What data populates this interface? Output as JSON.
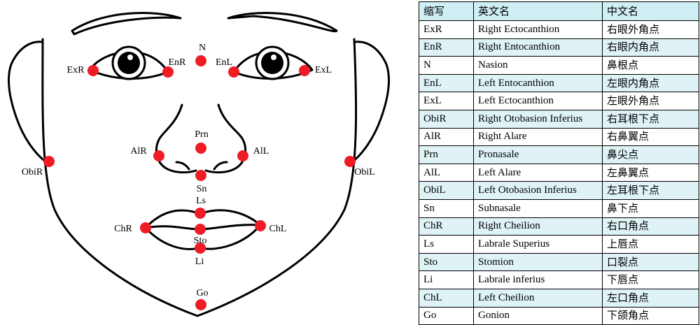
{
  "face": {
    "landmarks": [
      {
        "code": "N"
      },
      {
        "code": "ExR"
      },
      {
        "code": "EnR"
      },
      {
        "code": "EnL"
      },
      {
        "code": "ExL"
      },
      {
        "code": "Prn"
      },
      {
        "code": "AlR"
      },
      {
        "code": "AlL"
      },
      {
        "code": "ObiR"
      },
      {
        "code": "ObiL"
      },
      {
        "code": "Sn"
      },
      {
        "code": "Ls"
      },
      {
        "code": "ChR"
      },
      {
        "code": "ChL"
      },
      {
        "code": "Sto"
      },
      {
        "code": "Li"
      },
      {
        "code": "Go"
      }
    ],
    "point_color": "#ee1c24"
  },
  "table": {
    "headers": [
      "缩写",
      "英文名",
      "中文名"
    ],
    "rows": [
      [
        "ExR",
        "Right Ectocanthion",
        "右眼外角点"
      ],
      [
        "EnR",
        "Right Entocanthion",
        "右眼内角点"
      ],
      [
        "N",
        "Nasion",
        "鼻根点"
      ],
      [
        "EnL",
        "Left Entocanthion",
        "左眼内角点"
      ],
      [
        "ExL",
        "Left Ectocanthion",
        "左眼外角点"
      ],
      [
        "ObiR",
        "Right Otobasion Inferius",
        "右耳根下点"
      ],
      [
        "AlR",
        "Right Alare",
        "右鼻翼点"
      ],
      [
        "Prn",
        "Pronasale",
        "鼻尖点"
      ],
      [
        "AlL",
        "Left Alare",
        "左鼻翼点"
      ],
      [
        "ObiL",
        "Left Otobasion Inferius",
        "左耳根下点"
      ],
      [
        "Sn",
        "Subnasale",
        "鼻下点"
      ],
      [
        "ChR",
        "Right Cheilion",
        "右口角点"
      ],
      [
        "Ls",
        "Labrale Superius",
        "上唇点"
      ],
      [
        "Sto",
        "Stomion",
        "口裂点"
      ],
      [
        "Li",
        "Labrale inferius",
        "下唇点"
      ],
      [
        "ChL",
        "Left Cheilion",
        "左口角点"
      ],
      [
        "Go",
        "Gonion",
        "下颌角点"
      ]
    ],
    "header_bg": "#cfeff5",
    "stripe_bg": "#dff3f7"
  }
}
